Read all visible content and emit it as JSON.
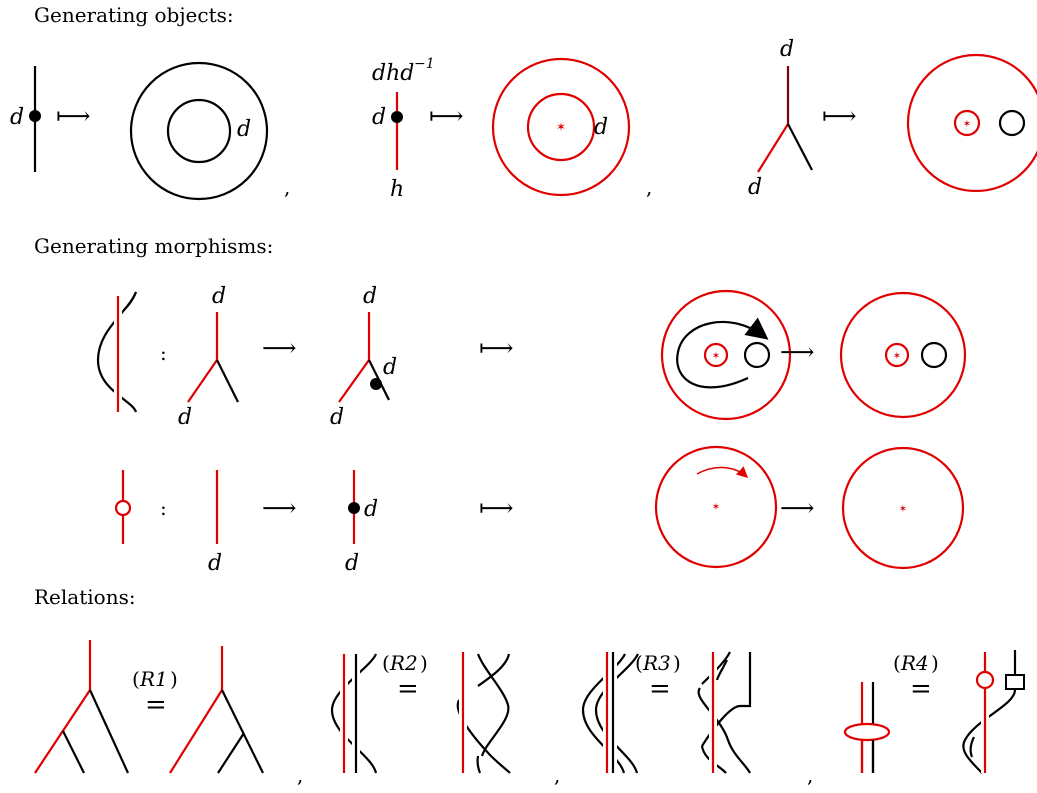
{
  "colors": {
    "accent": "#e00000",
    "ink": "#000000"
  },
  "headings": {
    "objects": "Generating objects:",
    "morphisms": "Generating morphisms:",
    "relations": "Relations:"
  },
  "symbols": {
    "mapsto": "⟼",
    "to": "⟶",
    "colon": ":",
    "comma": ",",
    "equals": "="
  },
  "labels": {
    "d": "d",
    "h": "h",
    "dhd": "dhd",
    "inv": "−1"
  },
  "relations": {
    "r1": "R1",
    "r2": "R2",
    "r3": "R3",
    "r4": "R4",
    "open": "(",
    "close": ")"
  }
}
